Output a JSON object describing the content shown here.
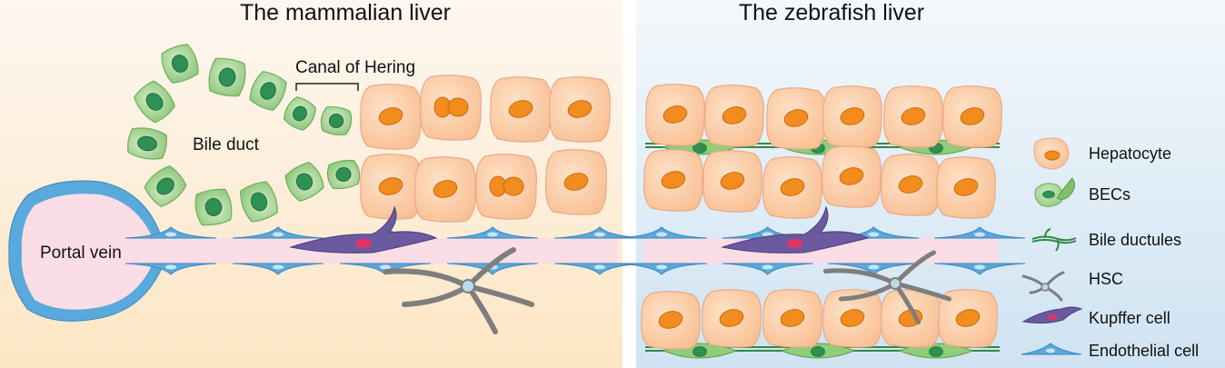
{
  "panels": {
    "mammalian": {
      "title": "The mammalian liver",
      "labels": {
        "canal": "Canal of Hering",
        "bile_duct": "Bile duct",
        "portal_vein": "Portal vein"
      }
    },
    "zebrafish": {
      "title": "The zebrafish liver"
    }
  },
  "legend": [
    {
      "icon": "hepatocyte-icon",
      "label": "Hepatocyte"
    },
    {
      "icon": "bec-icon",
      "label": "BECs"
    },
    {
      "icon": "bile-ductule-icon",
      "label": "Bile ductules"
    },
    {
      "icon": "hsc-icon",
      "label": "HSC"
    },
    {
      "icon": "kupffer-cell-icon",
      "label": "Kupffer cell"
    },
    {
      "icon": "endothelial-cell-icon",
      "label": "Endothelial cell"
    }
  ],
  "colors": {
    "hepatocyte": "#fbc9a0",
    "hepatocyte_nucleus": "#f28c1e",
    "bec": "#9bd089",
    "bec_nucleus": "#2f8f55",
    "endothelial": "#5aa9dc",
    "vessel": "#fbdde6",
    "hsc": "#8c8c8c",
    "kupffer": "#6b5aa0"
  }
}
